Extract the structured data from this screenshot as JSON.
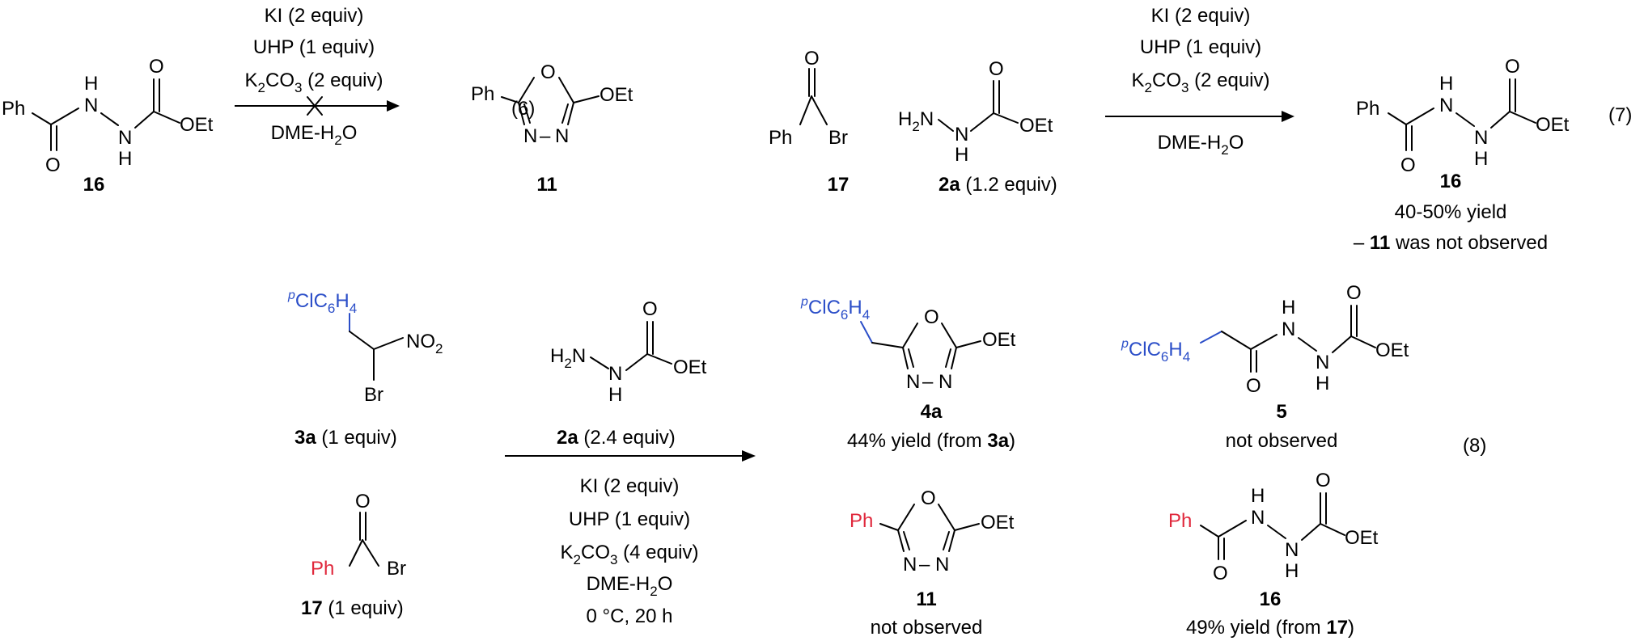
{
  "eq6": {
    "number": "(6)",
    "conditions": {
      "ki": "KI (2 equiv)",
      "uhp": "UHP (1 equiv)",
      "k2co3_main": "K",
      "k2co3_sub2": "2",
      "k2co3_co": "CO",
      "k2co3_sub3": "3",
      "k2co3_rest": " (2 equiv)",
      "dme_main": "DME-H",
      "dme_sub": "2",
      "dme_rest": "O"
    },
    "start": {
      "label": "16",
      "ph": "Ph",
      "n1": "H",
      "n1b": "N",
      "n2": "N",
      "n2h": "H",
      "oxo_top": "O",
      "oxo_bottom": "O",
      "oet": "OEt"
    },
    "product": {
      "label": "11",
      "ph": "Ph",
      "o_ring": "O",
      "oet": "OEt",
      "n_left": "N",
      "dash": "–",
      "n_right": "N"
    }
  },
  "eq7": {
    "number": "(7)",
    "conditions": {
      "ki": "KI (2 equiv)",
      "uhp": "UHP (1 equiv)",
      "k2co3_main": "K",
      "k2co3_sub2": "2",
      "k2co3_co": "CO",
      "k2co3_sub3": "3",
      "k2co3_rest": " (2 equiv)",
      "dme_main": "DME-H",
      "dme_sub": "2",
      "dme_rest": "O"
    },
    "reagent1": {
      "label": "17",
      "ph": "Ph",
      "o": "O",
      "br": "Br"
    },
    "reagent2": {
      "label_bold": "2a",
      "label_rest": " (1.2 equiv)",
      "h2n_h": "H",
      "h2n_sub": "2",
      "h2n_n": "N",
      "nh_n": "N",
      "nh_h": "H",
      "o": "O",
      "oet": "OEt"
    },
    "product": {
      "label": "16",
      "ph": "Ph",
      "h_top": "H",
      "n_top": "N",
      "n_bot": "N",
      "h_bot": "H",
      "o_top": "O",
      "o_bot": "O",
      "oet": "OEt",
      "yield": "40-50% yield",
      "note_dash": "– ",
      "note_bold": "11",
      "note_rest": " was not observed"
    }
  },
  "eq8": {
    "number": "(8)",
    "sm1": {
      "label_bold": "3a",
      "label_rest": " (1 equiv)",
      "aryl_p": "p",
      "aryl_cl": "ClC",
      "aryl_sub6": "6",
      "aryl_h": "H",
      "aryl_sub4": "4",
      "no2_main": "NO",
      "no2_sub": "2",
      "br": "Br"
    },
    "sm2": {
      "label_bold": "17",
      "label_rest": " (1 equiv)",
      "ph": "Ph",
      "o": "O",
      "br": "Br"
    },
    "reagent": {
      "label_bold": "2a",
      "label_rest": " (2.4 equiv)",
      "h2n_h": "H",
      "h2n_sub": "2",
      "h2n_n": "N",
      "nh_n": "N",
      "nh_h": "H",
      "o": "O",
      "oet": "OEt"
    },
    "conditions": {
      "ki": "KI (2 equiv)",
      "uhp": "UHP (1 equiv)",
      "k2co3_main": "K",
      "k2co3_sub2": "2",
      "k2co3_co": "CO",
      "k2co3_sub3": "3",
      "k2co3_rest": " (4 equiv)",
      "dme_main": "DME-H",
      "dme_sub": "2",
      "dme_rest": "O",
      "temp_time": "0 °C, 20 h"
    },
    "p4a": {
      "label": "4a",
      "aryl_p": "p",
      "aryl_cl": "ClC",
      "aryl_sub6": "6",
      "aryl_h": "H",
      "aryl_sub4": "4",
      "o_ring": "O",
      "oet": "OEt",
      "n_left": "N",
      "dash": "–",
      "n_right": "N",
      "yield_pre": "44% yield (from ",
      "yield_bold": "3a",
      "yield_post": ")"
    },
    "p5": {
      "label": "5",
      "aryl_p": "p",
      "aryl_cl": "ClC",
      "aryl_sub6": "6",
      "aryl_h": "H",
      "aryl_sub4": "4",
      "h_top": "H",
      "n_top": "N",
      "n_bot": "N",
      "h_bot": "H",
      "o_top": "O",
      "o_bot": "O",
      "oet": "OEt",
      "status": "not observed"
    },
    "p11": {
      "label": "11",
      "ph": "Ph",
      "o_ring": "O",
      "oet": "OEt",
      "n_left": "N",
      "dash": "–",
      "n_right": "N",
      "status": "not observed"
    },
    "p16": {
      "label": "16",
      "ph": "Ph",
      "h_top": "H",
      "n_top": "N",
      "n_bot": "N",
      "h_bot": "H",
      "o_top": "O",
      "o_bot": "O",
      "oet": "OEt",
      "yield_pre": "49% yield (from ",
      "yield_bold": "17",
      "yield_post": ")"
    }
  }
}
